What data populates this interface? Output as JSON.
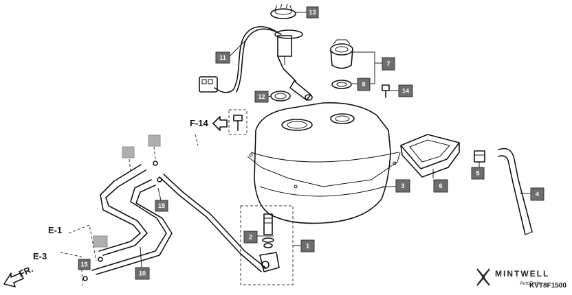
{
  "callouts": {
    "c1": "1",
    "c2": "2",
    "c3": "3",
    "c4": "4",
    "c5": "5",
    "c6": "6",
    "c7": "7",
    "c8": "8",
    "c10": "10",
    "c11": "11",
    "c12": "12",
    "c13": "13",
    "c14": "14",
    "c15a": "15",
    "c15b": "15"
  },
  "references": {
    "f14": "F-14",
    "e1": "E-1",
    "e3": "E-3",
    "fr": "FR."
  },
  "watermark": {
    "brand": "MINTWELL",
    "tagline": "AutoTech"
  },
  "diagram_code": "KVT8F1500",
  "colors": {
    "callout_fill": "#6e6e6e",
    "line": "#111111"
  }
}
